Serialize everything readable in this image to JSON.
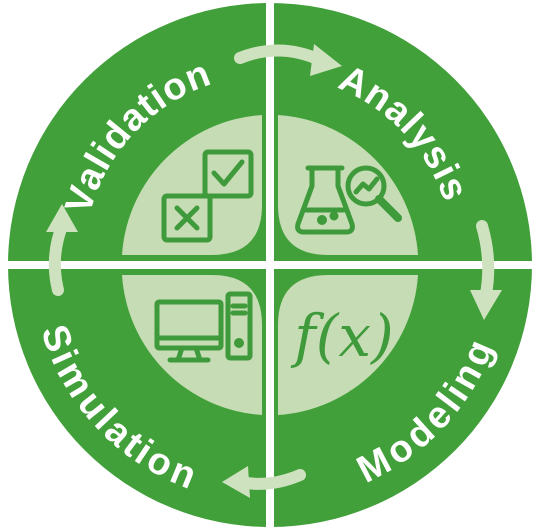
{
  "diagram": {
    "stages": [
      {
        "id": "validation",
        "label": "Validation",
        "icon": "checkbox-icon"
      },
      {
        "id": "analysis",
        "label": "Analysis",
        "icon": "flask-magnifier-chart-icon"
      },
      {
        "id": "modeling",
        "label": "Modeling",
        "icon": "function-icon"
      },
      {
        "id": "simulation",
        "label": "Simulation",
        "icon": "computer-icon"
      }
    ],
    "function_symbol": "f(x)",
    "colors": {
      "ring": "#41a03a",
      "inner_quadrant": "#c6dcb4",
      "icon_stroke": "#3e9a3a",
      "arrow": "#cfe2c0",
      "text": "#ffffff",
      "divider": "#ffffff"
    },
    "direction": "clockwise"
  }
}
